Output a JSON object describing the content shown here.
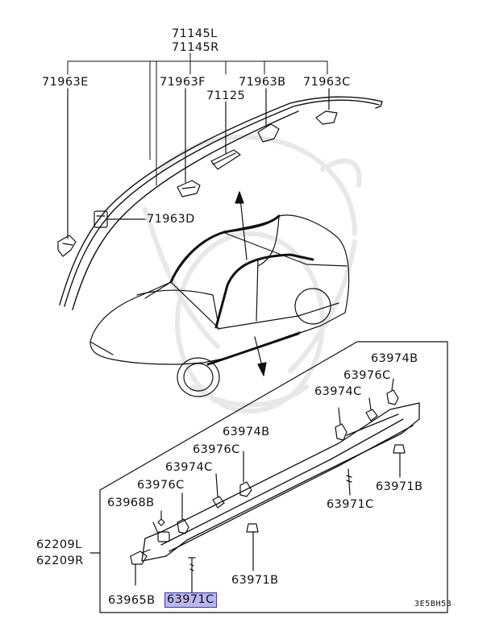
{
  "diagram": {
    "callouts": {
      "c71145L": "71145L",
      "c71145R": "71145R",
      "c71963E": "71963E",
      "c71963F": "71963F",
      "c71963B": "71963B",
      "c71963C": "71963C",
      "c71125": "71125",
      "c71963D": "71963D",
      "c63974B_top": "63974B",
      "c63976C_top": "63976C",
      "c63974C_top": "63974C",
      "c63974B_mid": "63974B",
      "c63976C_mid": "63976C",
      "c63974C_mid": "63974C",
      "c63976C_low": "63976C",
      "c63968B": "63968B",
      "c62209L": "62209L",
      "c62209R": "62209R",
      "c63971B_right": "63971B",
      "c63971C_right": "63971C",
      "c63971B_low": "63971B",
      "c63965B": "63965B",
      "c63971C_sel": "63971C"
    },
    "ref_code": "3E5BH53",
    "highlighted_part": "63971C",
    "highlight_color": "#b9b7f0",
    "watermark": "samurai-crest-watermark"
  }
}
